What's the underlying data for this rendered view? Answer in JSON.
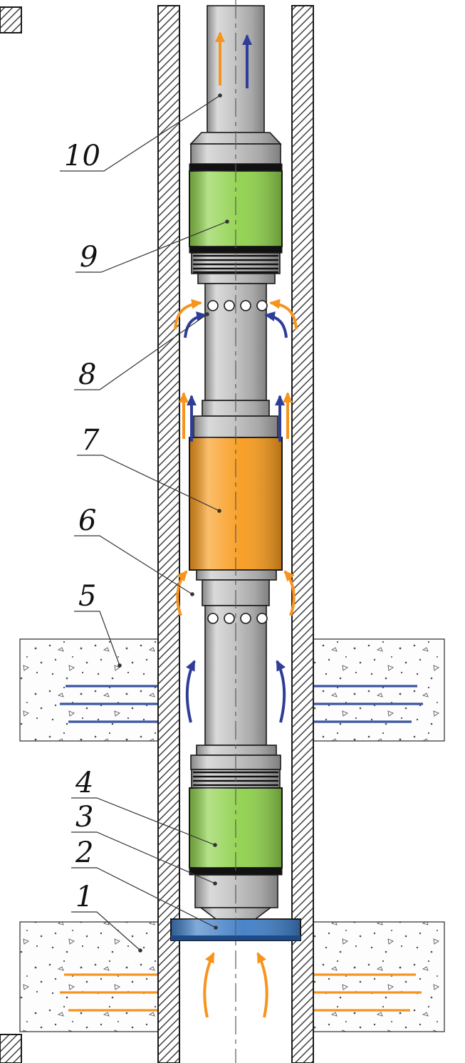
{
  "page": {
    "background": "#ffffff"
  },
  "colors": {
    "metal": "#b6b6b6",
    "green": "#8ed14b",
    "orange": "#f89b1c",
    "plug_blue": "#3f7ec6",
    "plug_blue_dark": "#1d4a86",
    "arrow_orange": "#f7941e",
    "arrow_blue": "#2e3d97",
    "inflow_blue": "#3b55a3",
    "inflow_orange": "#f7941e",
    "outline": "#1a1a1a",
    "band_black": "#111111",
    "centerline": "#5a5a5a",
    "leader": "#333333",
    "label": "#111111",
    "formation_bg": "#fdfdfd",
    "speck": "#4a4a4a"
  },
  "callouts": {
    "items": [
      {
        "text": "10"
      },
      {
        "text": "9"
      },
      {
        "text": "8"
      },
      {
        "text": "7"
      },
      {
        "text": "6"
      },
      {
        "text": "5"
      },
      {
        "text": "4"
      },
      {
        "text": "3"
      },
      {
        "text": "2"
      },
      {
        "text": "1"
      }
    ]
  }
}
